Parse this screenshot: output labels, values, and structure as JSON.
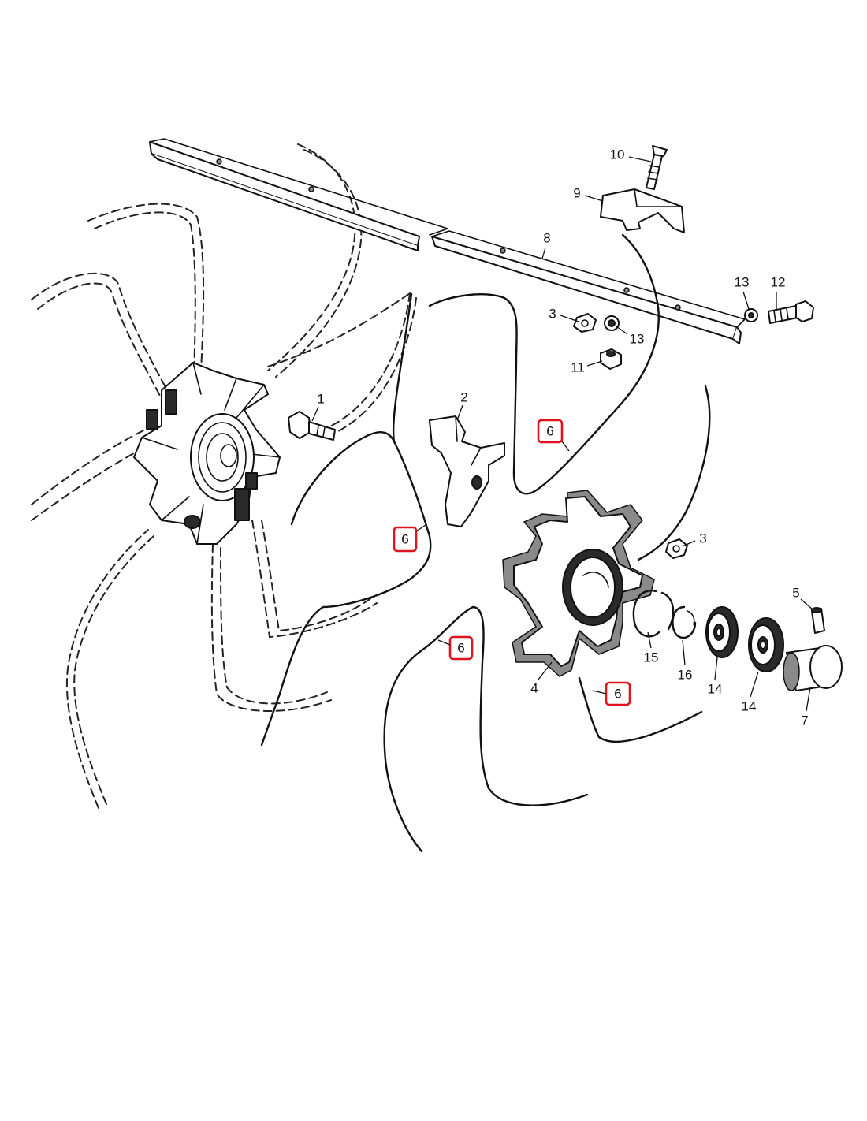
{
  "callouts": {
    "c1": "1",
    "c2": "2",
    "c3a": "3",
    "c3b": "3",
    "c4": "4",
    "c5": "5",
    "c6a": "6",
    "c6b": "6",
    "c6c": "6",
    "c6d": "6",
    "c7": "7",
    "c8": "8",
    "c9": "9",
    "c10": "10",
    "c11": "11",
    "c12": "12",
    "c13a": "13",
    "c13b": "13",
    "c14a": "14",
    "c14b": "14",
    "c15": "15",
    "c16": "16"
  },
  "colors": {
    "line": "#111111",
    "highlight": "#e0141e",
    "background": "#ffffff"
  }
}
